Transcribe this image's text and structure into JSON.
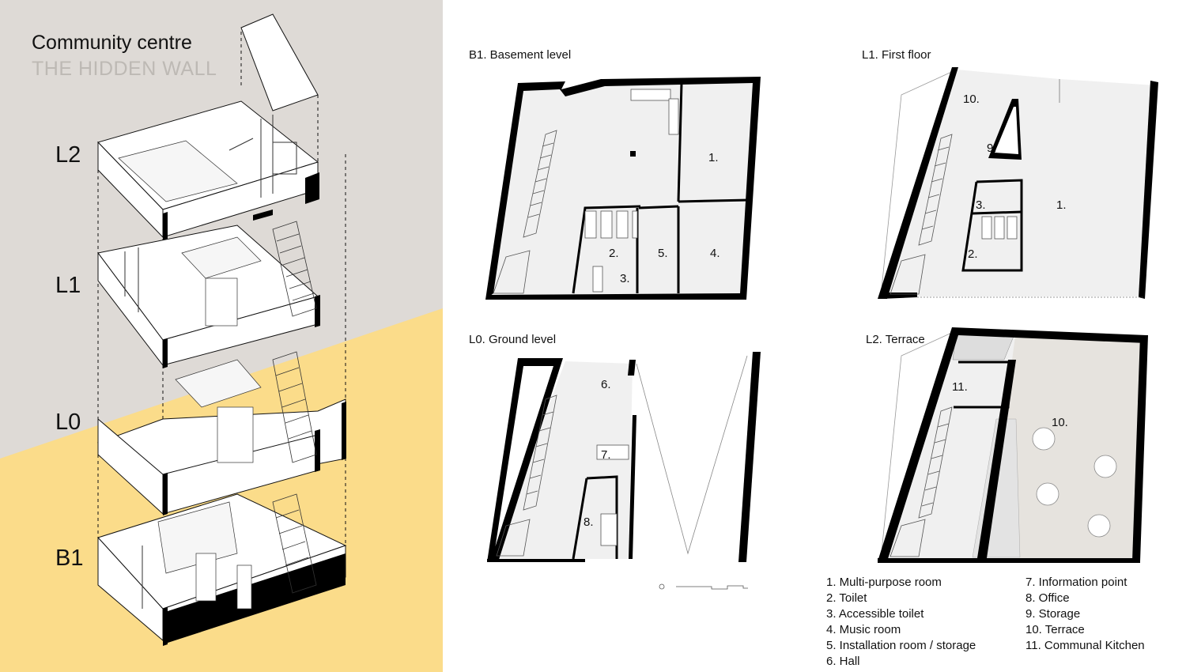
{
  "title": "Community centre",
  "subtitle": "THE HIDDEN WALL",
  "axonometric": {
    "levels": [
      "L2",
      "L1",
      "L0",
      "B1"
    ]
  },
  "plans": {
    "b1": {
      "title": "B1. Basement level",
      "rooms": [
        "1.",
        "2.",
        "3.",
        "4.",
        "5."
      ]
    },
    "l1": {
      "title": "L1. First floor",
      "rooms": [
        "10.",
        "9.",
        "3.",
        "1.",
        "2."
      ]
    },
    "l0": {
      "title": "L0. Ground level",
      "rooms": [
        "6.",
        "7.",
        "8."
      ]
    },
    "l2": {
      "title": "L2. Terrace",
      "rooms": [
        "11.",
        "10."
      ]
    }
  },
  "legend": {
    "col1": [
      "1. Multi-purpose room",
      "2. Toilet",
      "3. Accessible toilet",
      "4. Music room",
      "5. Installation room / storage",
      "6. Hall"
    ],
    "col2": [
      "7. Information point",
      "8. Office",
      "9. Storage",
      "10. Terrace",
      "11. Communal Kitchen"
    ]
  },
  "colors": {
    "grey_bg": "#dedad6",
    "yellow_bg": "#fbdc8a",
    "floor": "#f0f0f0",
    "terrace_floor": "#e6e3de",
    "wall": "#000000"
  }
}
